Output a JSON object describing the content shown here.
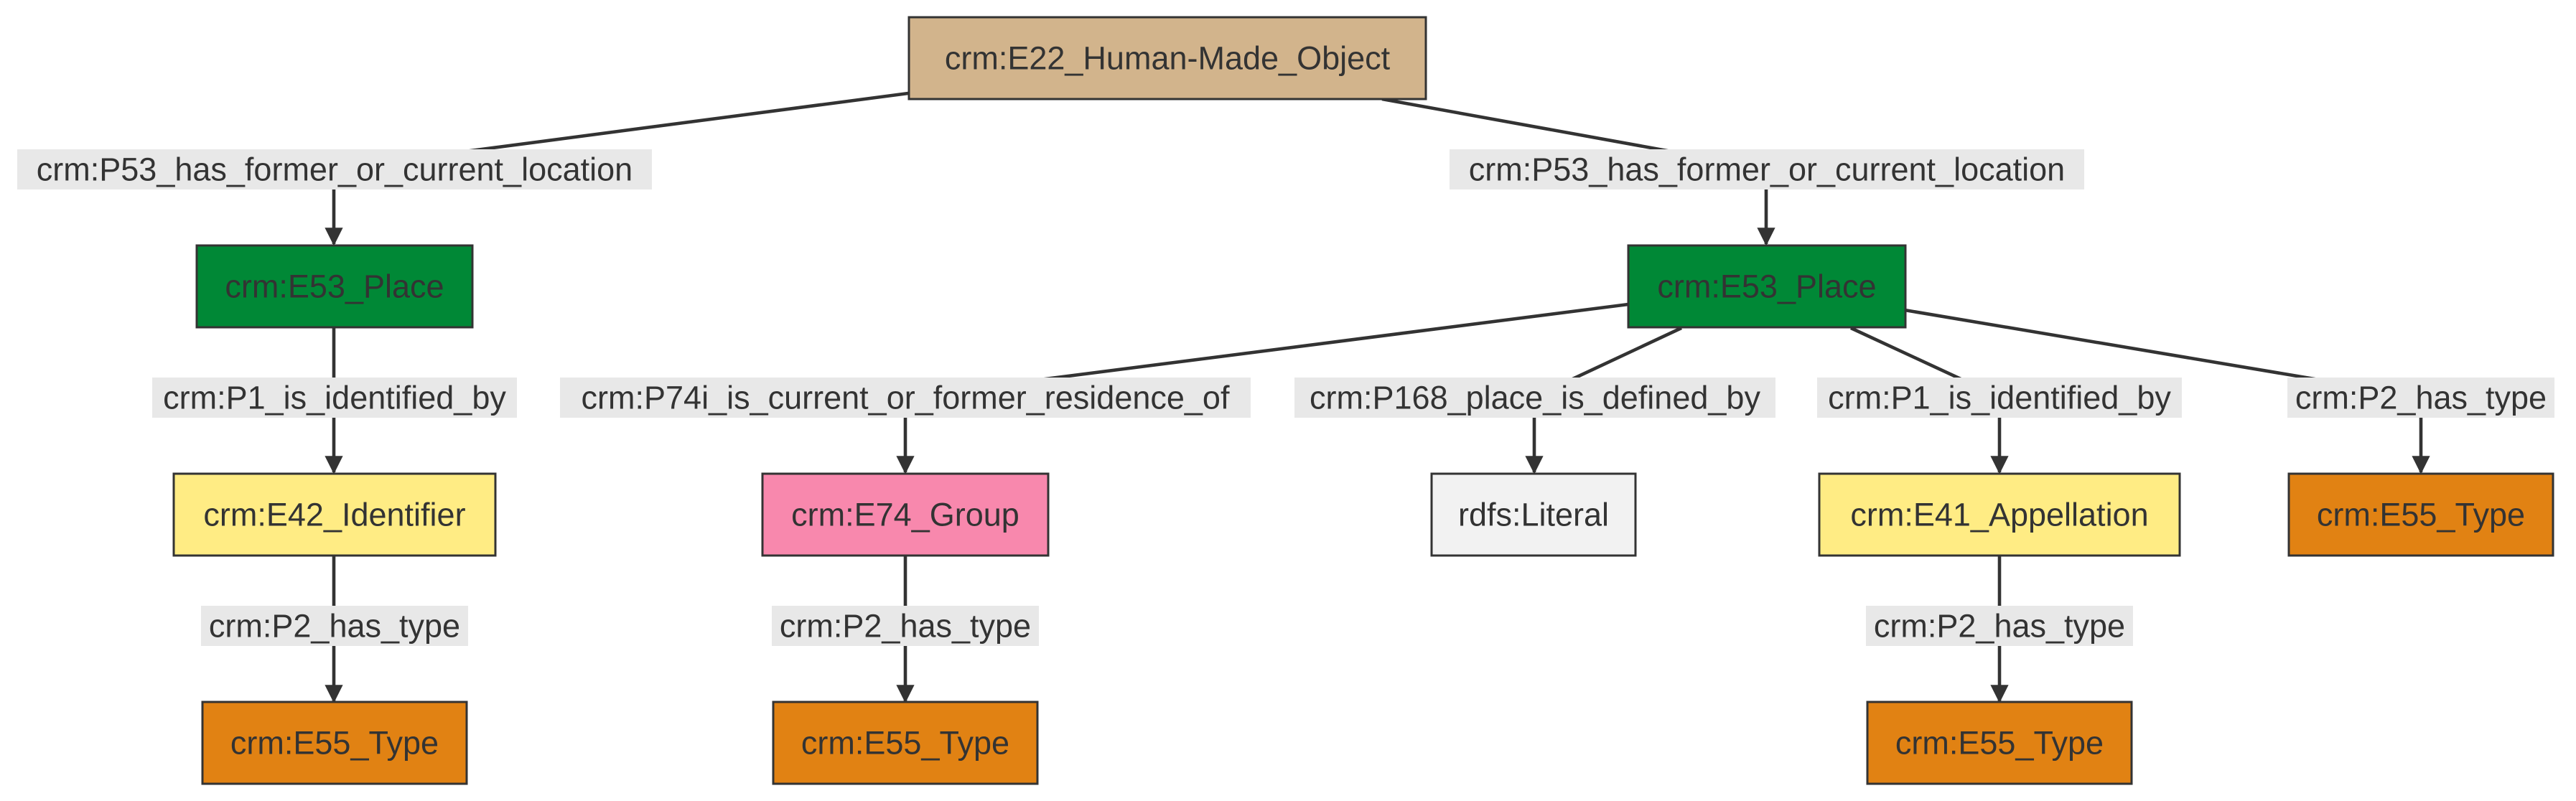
{
  "nodes": {
    "obj": {
      "label": "crm:E22_Human-Made_Object",
      "fill": "#d2b48c"
    },
    "place1": {
      "label": "crm:E53_Place",
      "fill": "#008836"
    },
    "ident": {
      "label": "crm:E42_Identifier",
      "fill": "#ffec84"
    },
    "type1": {
      "label": "crm:E55_Type",
      "fill": "#e18213"
    },
    "place2": {
      "label": "crm:E53_Place",
      "fill": "#008836"
    },
    "group": {
      "label": "crm:E74_Group",
      "fill": "#f888ad"
    },
    "type2": {
      "label": "crm:E55_Type",
      "fill": "#e18213"
    },
    "lit": {
      "label": "rdfs:Literal",
      "fill": "#f2f2f2"
    },
    "appel": {
      "label": "crm:E41_Appellation",
      "fill": "#ffec84"
    },
    "type3": {
      "label": "crm:E55_Type",
      "fill": "#e18213"
    },
    "type4": {
      "label": "crm:E55_Type",
      "fill": "#e18213"
    }
  },
  "edges": {
    "e1": {
      "label": "crm:P53_has_former_or_current_location"
    },
    "e2": {
      "label": "crm:P53_has_former_or_current_location"
    },
    "e3": {
      "label": "crm:P1_is_identified_by"
    },
    "e4": {
      "label": "crm:P2_has_type"
    },
    "e5": {
      "label": "crm:P74i_is_current_or_former_residence_of"
    },
    "e6": {
      "label": "crm:P168_place_is_defined_by"
    },
    "e7": {
      "label": "crm:P1_is_identified_by"
    },
    "e8": {
      "label": "crm:P2_has_type"
    },
    "e9": {
      "label": "crm:P2_has_type"
    },
    "e10": {
      "label": "crm:P2_has_type"
    }
  }
}
